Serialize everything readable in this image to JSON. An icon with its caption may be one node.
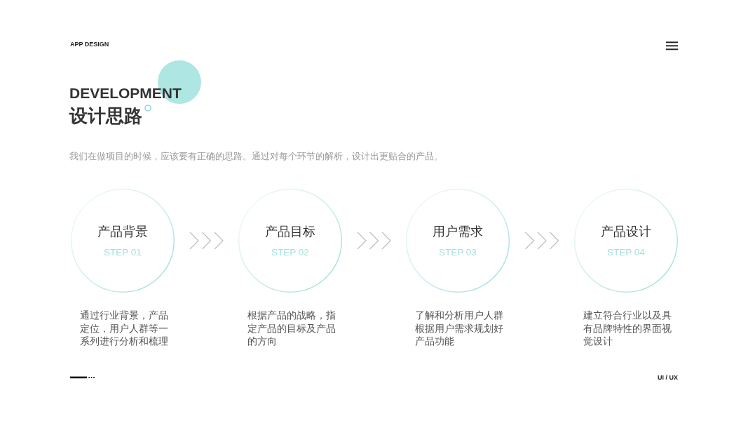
{
  "diagram": {
    "title": "设计思路",
    "nodes": [
      {
        "text": [
          "产品背景",
          "STEP 01"
        ],
        "beside": [
          "通过行业背景，产品定位，用户人群等一系列进行分析和梳理"
        ]
      },
      {
        "text": [
          "产品目标",
          "STEP 02"
        ],
        "beside": [
          "根据产品的战略，指定产品的目标及产品的方向"
        ]
      },
      {
        "text": [
          "用户需求",
          "STEP 03"
        ],
        "beside": [
          "了解和分析用户人群根据用户需求规划好产品功能"
        ]
      },
      {
        "text": [
          "产品设计",
          "STEP 04"
        ],
        "beside": [
          "建立符合行业以及具有品牌特性的界面视觉设计"
        ]
      }
    ],
    "edges": [
      {
        "from": 0,
        "to": 1,
        "arrow": "to"
      },
      {
        "from": 1,
        "to": 2,
        "arrow": "to"
      },
      {
        "from": 2,
        "to": 3,
        "arrow": "to"
      }
    ],
    "labels": [
      "APP DESIGN",
      "DEVELOPMENT",
      "我们在做项目的时候，应该要有正确的思路。通过对每个环节的解析，设计出更贴合的产品。",
      "UI / UX"
    ]
  }
}
